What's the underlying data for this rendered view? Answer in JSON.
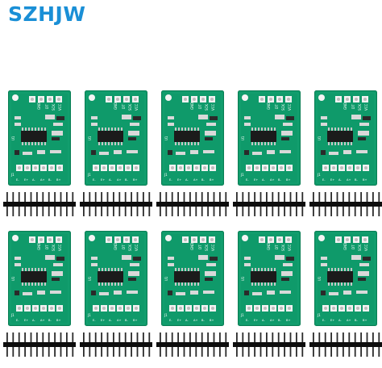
{
  "brand": {
    "name": "SZHJW",
    "color": "#1a8fd6"
  },
  "product": {
    "module_count": 10,
    "header_count": 10,
    "rows": 2,
    "columns": 5,
    "pcb_color": "#0f9a6a",
    "pcb_edge_color": "#0a7f55",
    "chip_color": "#1b1b1b",
    "pad_color": "#f2f2f2",
    "header_pins": 12,
    "labels": {
      "gnd": "GND",
      "dt": "DT",
      "sck": "SCK",
      "vcc": "VCC",
      "u1": "U1",
      "j1": "J1",
      "e_minus": "E-",
      "e_plus": "E+",
      "a_minus": "A-",
      "a_plus": "A+",
      "b_minus": "B-",
      "b_plus": "B+"
    }
  }
}
